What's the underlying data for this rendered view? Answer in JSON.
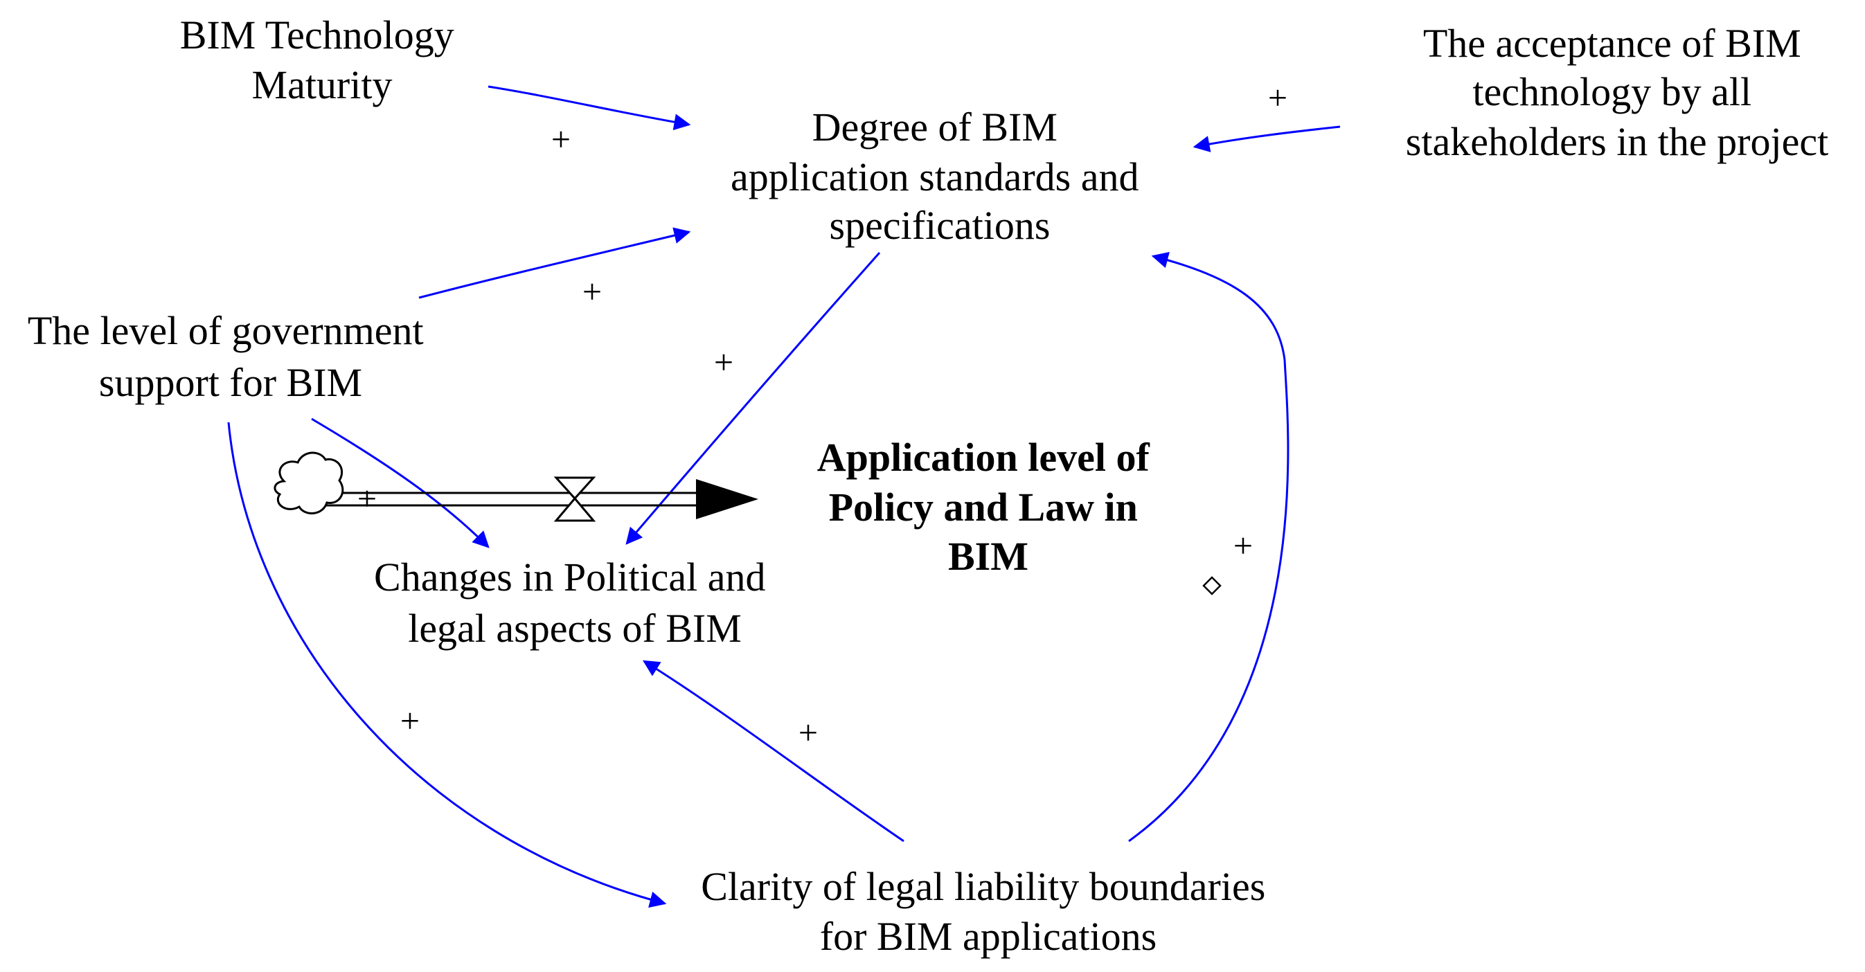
{
  "colors": {
    "link": "#0000ff",
    "text": "#000000",
    "background": "#ffffff"
  },
  "nodes": {
    "bim_technology_maturity": {
      "lines": [
        "BIM Technology",
        "Maturity"
      ]
    },
    "degree_of_bim_standards": {
      "lines": [
        "Degree of BIM",
        "application standards and",
        "specifications"
      ]
    },
    "acceptance_by_stakeholders": {
      "lines": [
        "The acceptance of BIM",
        "technology by all",
        "stakeholders in the project"
      ]
    },
    "government_support": {
      "lines": [
        "The level of government",
        "support for BIM"
      ]
    },
    "application_level_policy_law": {
      "lines": [
        "Application level of",
        "Policy and Law in",
        "BIM"
      ],
      "kind": "stock"
    },
    "changes_political_legal": {
      "lines": [
        "Changes in Political and",
        "legal aspects of BIM"
      ],
      "kind": "flow"
    },
    "clarity_legal_liability": {
      "lines": [
        "Clarity of legal liability boundaries",
        "for BIM applications"
      ]
    }
  },
  "links": [
    {
      "from": "bim_technology_maturity",
      "to": "degree_of_bim_standards",
      "polarity": "+"
    },
    {
      "from": "acceptance_by_stakeholders",
      "to": "degree_of_bim_standards",
      "polarity": "+"
    },
    {
      "from": "government_support",
      "to": "degree_of_bim_standards",
      "polarity": "+"
    },
    {
      "from": "degree_of_bim_standards",
      "to": "changes_political_legal",
      "polarity": "+"
    },
    {
      "from": "government_support",
      "to": "changes_political_legal",
      "polarity": "+"
    },
    {
      "from": "government_support",
      "to": "clarity_legal_liability",
      "polarity": "+"
    },
    {
      "from": "clarity_legal_liability",
      "to": "changes_political_legal",
      "polarity": "+"
    },
    {
      "from": "clarity_legal_liability",
      "to": "degree_of_bim_standards",
      "polarity": "+"
    }
  ],
  "flow": {
    "from": "cloud-source",
    "to": "application_level_policy_law",
    "polarity": "+"
  },
  "icons": [
    "cloud-source-icon",
    "flow-valve-icon",
    "loop-marker-icon"
  ]
}
